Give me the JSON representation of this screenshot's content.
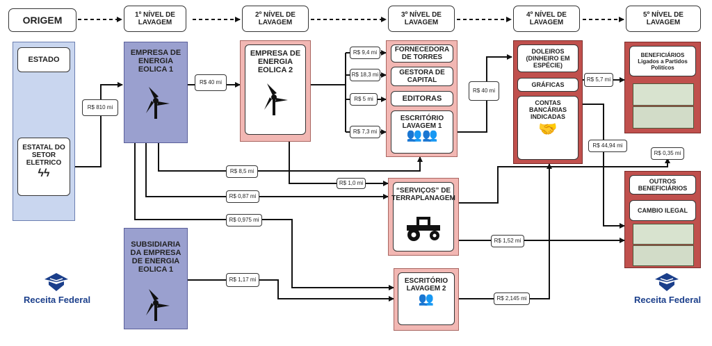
{
  "headers": {
    "origem": "ORIGEM",
    "nivel1": "1º NÍVEL DE LAVAGEM",
    "nivel2": "2º NÍVEL DE LAVAGEM",
    "nivel3": "3º NÍVEL DE LAVAGEM",
    "nivel4": "4º NÍVEL DE LAVAGEM",
    "nivel5": "5º NÍVEL DE LAVAGEM"
  },
  "nodes": {
    "estado": "ESTADO",
    "estatal": "ESTATAL DO SETOR ELETRICO",
    "empresa1": "EMPRESA DE ENERGIA EOLICA 1",
    "empresa2": "EMPRESA DE ENERGIA EOLICA 2",
    "subsidiaria": "SUBSIDIARIA DA EMPRESA DE ENERGIA EOLICA 1",
    "fornecedora": "FORNECEDORA DE TORRES",
    "gestora": "GESTORA DE CAPITAL",
    "editoras": "EDITORAS",
    "escritorio1": "ESCRITÓRIO LAVAGEM 1",
    "servicos": "“SERVIÇOS” DE TERRAPLANAGEM",
    "escritorio2": "ESCRITÓRIO LAVAGEM 2",
    "doleiros": "DOLEIROS (DINHEIRO EM ESPÉCIE)",
    "graficas": "GRÁFICAS",
    "contas": "CONTAS BANCÁRIAS INDICADAS",
    "beneficiarios": "BENEFICIÁRIOS Ligados a Partidos Politícos",
    "outros": "OUTROS BENEFICIÁRIOS",
    "cambio": "CAMBIO ILEGAL"
  },
  "amounts": {
    "a810": "R$ 810 mi",
    "a40a": "R$ 40 mi",
    "a94": "R$ 9,4 mi",
    "a183": "R$ 18,3 mi",
    "a5": "R$ 5 mi",
    "a73": "R$ 7,3 mi",
    "a40b": "R$ 40 mi",
    "a57": "R$ 5,7 mi",
    "a4494": "R$ 44,94 mi",
    "a035": "R$ 0,35 mi",
    "a85": "R$ 8,5 mi",
    "a10": "R$ 1,0 mi",
    "a087": "R$ 0,87 mi",
    "a0975": "R$ 0,975 mi",
    "a152": "R$ 1,52 mi",
    "a117": "R$ 1,17 mi",
    "a2145": "R$ 2,145 mi"
  },
  "logos": {
    "left": "Receita Federal",
    "right": "Receita Federal"
  },
  "colors": {
    "estado_bg": "#c9d6ef",
    "nivel1_bg": "#9aa0cf",
    "nivel2_3_bg": "#f2b7b3",
    "nivel4_5_bg": "#c0504d",
    "logo_blue": "#1b3f8b"
  }
}
